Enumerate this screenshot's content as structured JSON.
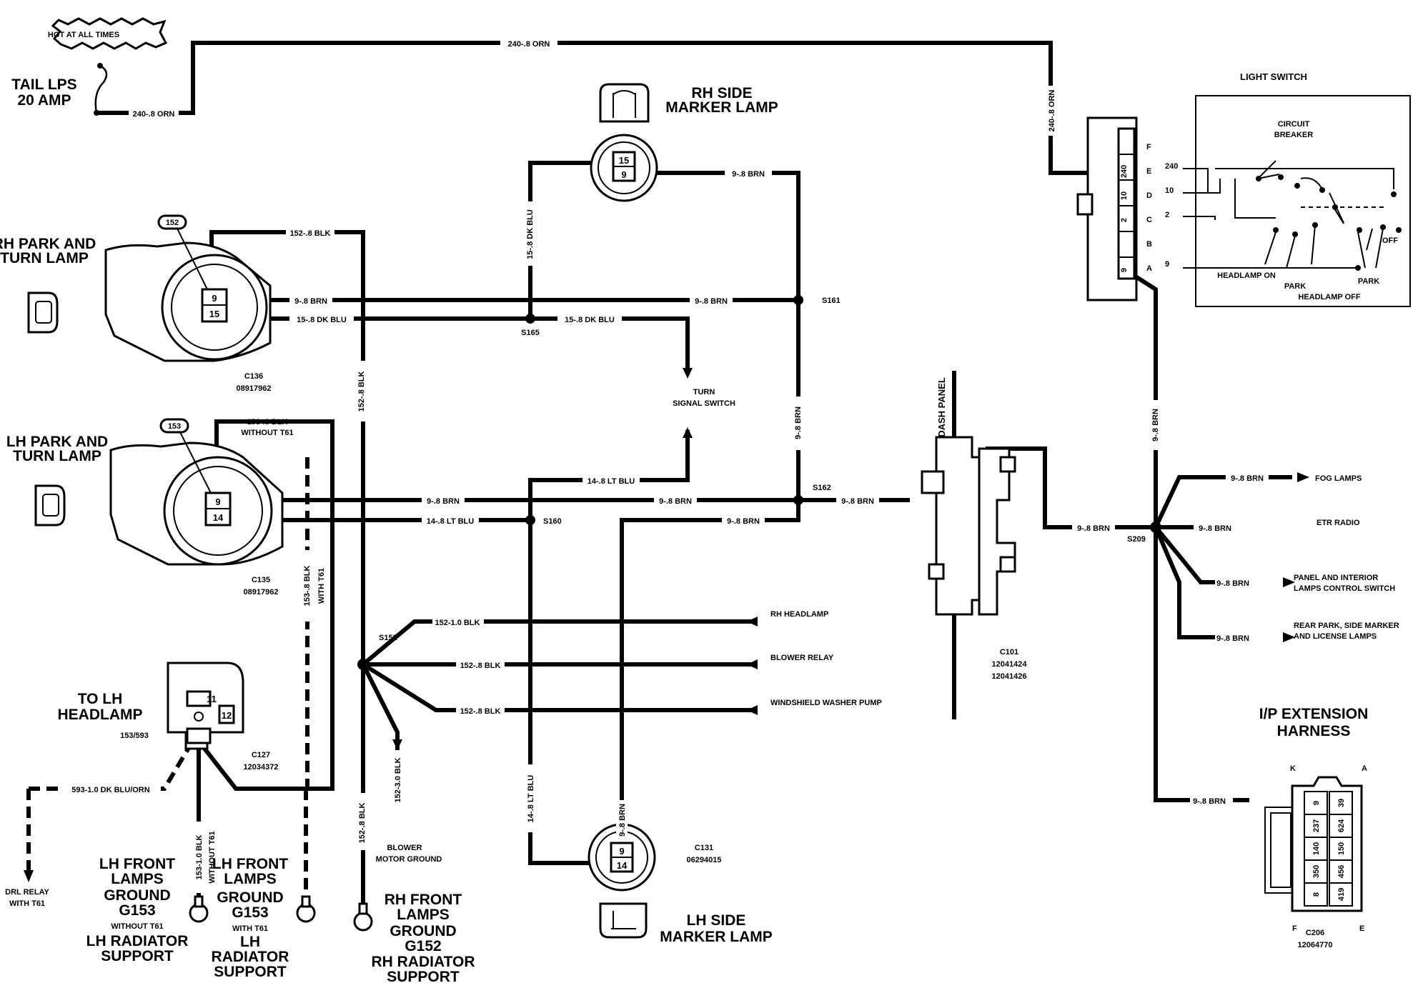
{
  "labels": {
    "hot_at_all_times": "HOT AT ALL TIMES",
    "tail_lps": "TAIL LPS",
    "tail_lps_amp": "20 AMP",
    "rh_side_marker_1": "RH SIDE",
    "rh_side_marker_2": "MARKER LAMP",
    "light_switch": "LIGHT SWITCH",
    "circuit_breaker_1": "CIRCUIT",
    "circuit_breaker_2": "BREAKER",
    "switch_pins": [
      "F",
      "E",
      "D",
      "C",
      "B",
      "A"
    ],
    "switch_circuits": [
      "240",
      "10",
      "2",
      "9"
    ],
    "switch_cavities": [
      "240",
      "10",
      "2",
      "9"
    ],
    "headlamp_on": "HEADLAMP ON",
    "park": "PARK",
    "headlamp_off": "HEADLAMP OFF",
    "off": "OFF",
    "rh_park_1": "RH PARK AND",
    "rh_park_2": "TURN LAMP",
    "lh_park_1": "LH PARK AND",
    "lh_park_2": "TURN LAMP",
    "tag_152": "152",
    "tag_153": "153",
    "pin_9": "9",
    "pin_15": "15",
    "pin_14": "14",
    "c136": "C136",
    "c136_part": "08917962",
    "c135": "C135",
    "c135_part": "08917962",
    "s161": "S161",
    "s165": "S165",
    "s162": "S162",
    "s160": "S160",
    "s152": "S152",
    "s209": "S209",
    "turn_1": "TURN",
    "turn_2": "SIGNAL SWITCH",
    "without_t61": "WITHOUT T61",
    "with_t61": "WITH T61",
    "dash_panel": "DASH PANEL",
    "c101": "C101",
    "c101_part_1": "12041424",
    "c101_part_2": "12041426",
    "fog_lamps": "FOG LAMPS",
    "etr_radio": "ETR RADIO",
    "panel_1": "PANEL AND INTERIOR",
    "panel_2": "LAMPS CONTROL SWITCH",
    "rear_1": "REAR PARK, SIDE MARKER",
    "rear_2": "AND LICENSE LAMPS",
    "ip_ext_1": "I/P EXTENSION",
    "ip_ext_2": "HARNESS",
    "c206_k": "K",
    "c206_a": "A",
    "c206_f": "F",
    "c206_e": "E",
    "c206": "C206",
    "c206_part": "12064770",
    "c206_cavities": [
      "9",
      "237",
      "140",
      "350",
      "8",
      "39",
      "624",
      "150",
      "456",
      "419"
    ],
    "rh_headlamp": "RH HEADLAMP",
    "blower_relay": "BLOWER RELAY",
    "washer_pump": "WINDSHIELD WASHER PUMP",
    "blower_ground_1": "BLOWER",
    "blower_ground_2": "MOTOR GROUND",
    "c131": "C131",
    "c131_part": "06294015",
    "lh_side_marker_1": "LH SIDE",
    "lh_side_marker_2": "MARKER LAMP",
    "to_lh_headlamp_1": "TO LH",
    "to_lh_headlamp_2": "HEADLAMP",
    "cav_11": "11",
    "cav_12": "12",
    "c153_593": "153/593",
    "c127": "C127",
    "c127_part": "12034372",
    "drl_relay_1": "DRL RELAY",
    "drl_relay_2": "WITH T61",
    "lh_front_1": "LH FRONT",
    "lh_front_2": "LAMPS",
    "ground": "GROUND",
    "g153": "G153",
    "lh_radiator": "LH RADIATOR",
    "support": "SUPPORT",
    "lh": "LH",
    "radiator": "RADIATOR",
    "rh_front_1": "RH FRONT",
    "g152": "G152",
    "rh_radiator": "RH RADIATOR"
  },
  "wires": {
    "w240_orn": "240-.8 ORN",
    "w152_8_blk": "152-.8 BLK",
    "w152_1_0_blk": "152-1.0 BLK",
    "w152_3_0_blk": "152-3.0 BLK",
    "w9_8_brn": "9-.8 BRN",
    "w15_8_dkblu": "15-.8 DK BLU",
    "w14_8_ltblu": "14-.8 LT BLU",
    "w153_8_blk": "153-.8 BLK",
    "w153_1_0_blk": "153-1.0 BLK",
    "w593": "593-1.0 DK BLU/ORN"
  }
}
